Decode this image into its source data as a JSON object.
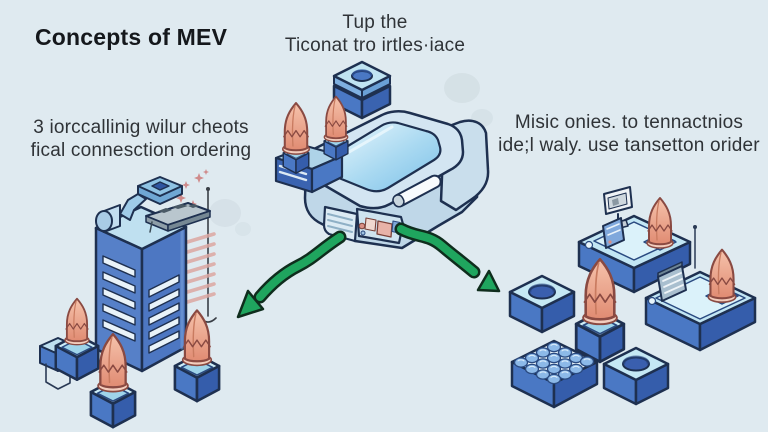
{
  "title": "Concepts of MEV",
  "captions": {
    "top": {
      "line1": "Tup the",
      "line2": "Ticonat tro irtles·iace"
    },
    "left": {
      "line1": "3 iorccallinig wilur cheots",
      "line2": "fical connesction ordering"
    },
    "right": {
      "line1": "Misic onies. to tennactnios",
      "line2": "ide;l waly. use tansetton orider"
    }
  },
  "illustration": {
    "floating_block": "hollow-block-icon",
    "machine": "block-builder-machine-icon",
    "machine_crystals": "pending-transaction-crystals",
    "tower": "validator-server-tower-icon",
    "tower_crystals": "transaction-crystal-pedestals",
    "arrow_left": "green-flow-arrow-left",
    "arrow_right": "green-flow-arrow-right",
    "cluster": "transaction-block-cluster-icon"
  },
  "colors": {
    "background": "#dfeaf0",
    "outline": "#1e3050",
    "block_blue": "#4a78c4",
    "block_blue_dark": "#355dab",
    "block_top_cyan": "#c5e8f4",
    "machine_body": "#cfe2ef",
    "crystal_salmon": "#e89a82",
    "arrow_green": "#1fa55e",
    "stripes_pink": "#dca8a2",
    "text": "#2f3337"
  }
}
